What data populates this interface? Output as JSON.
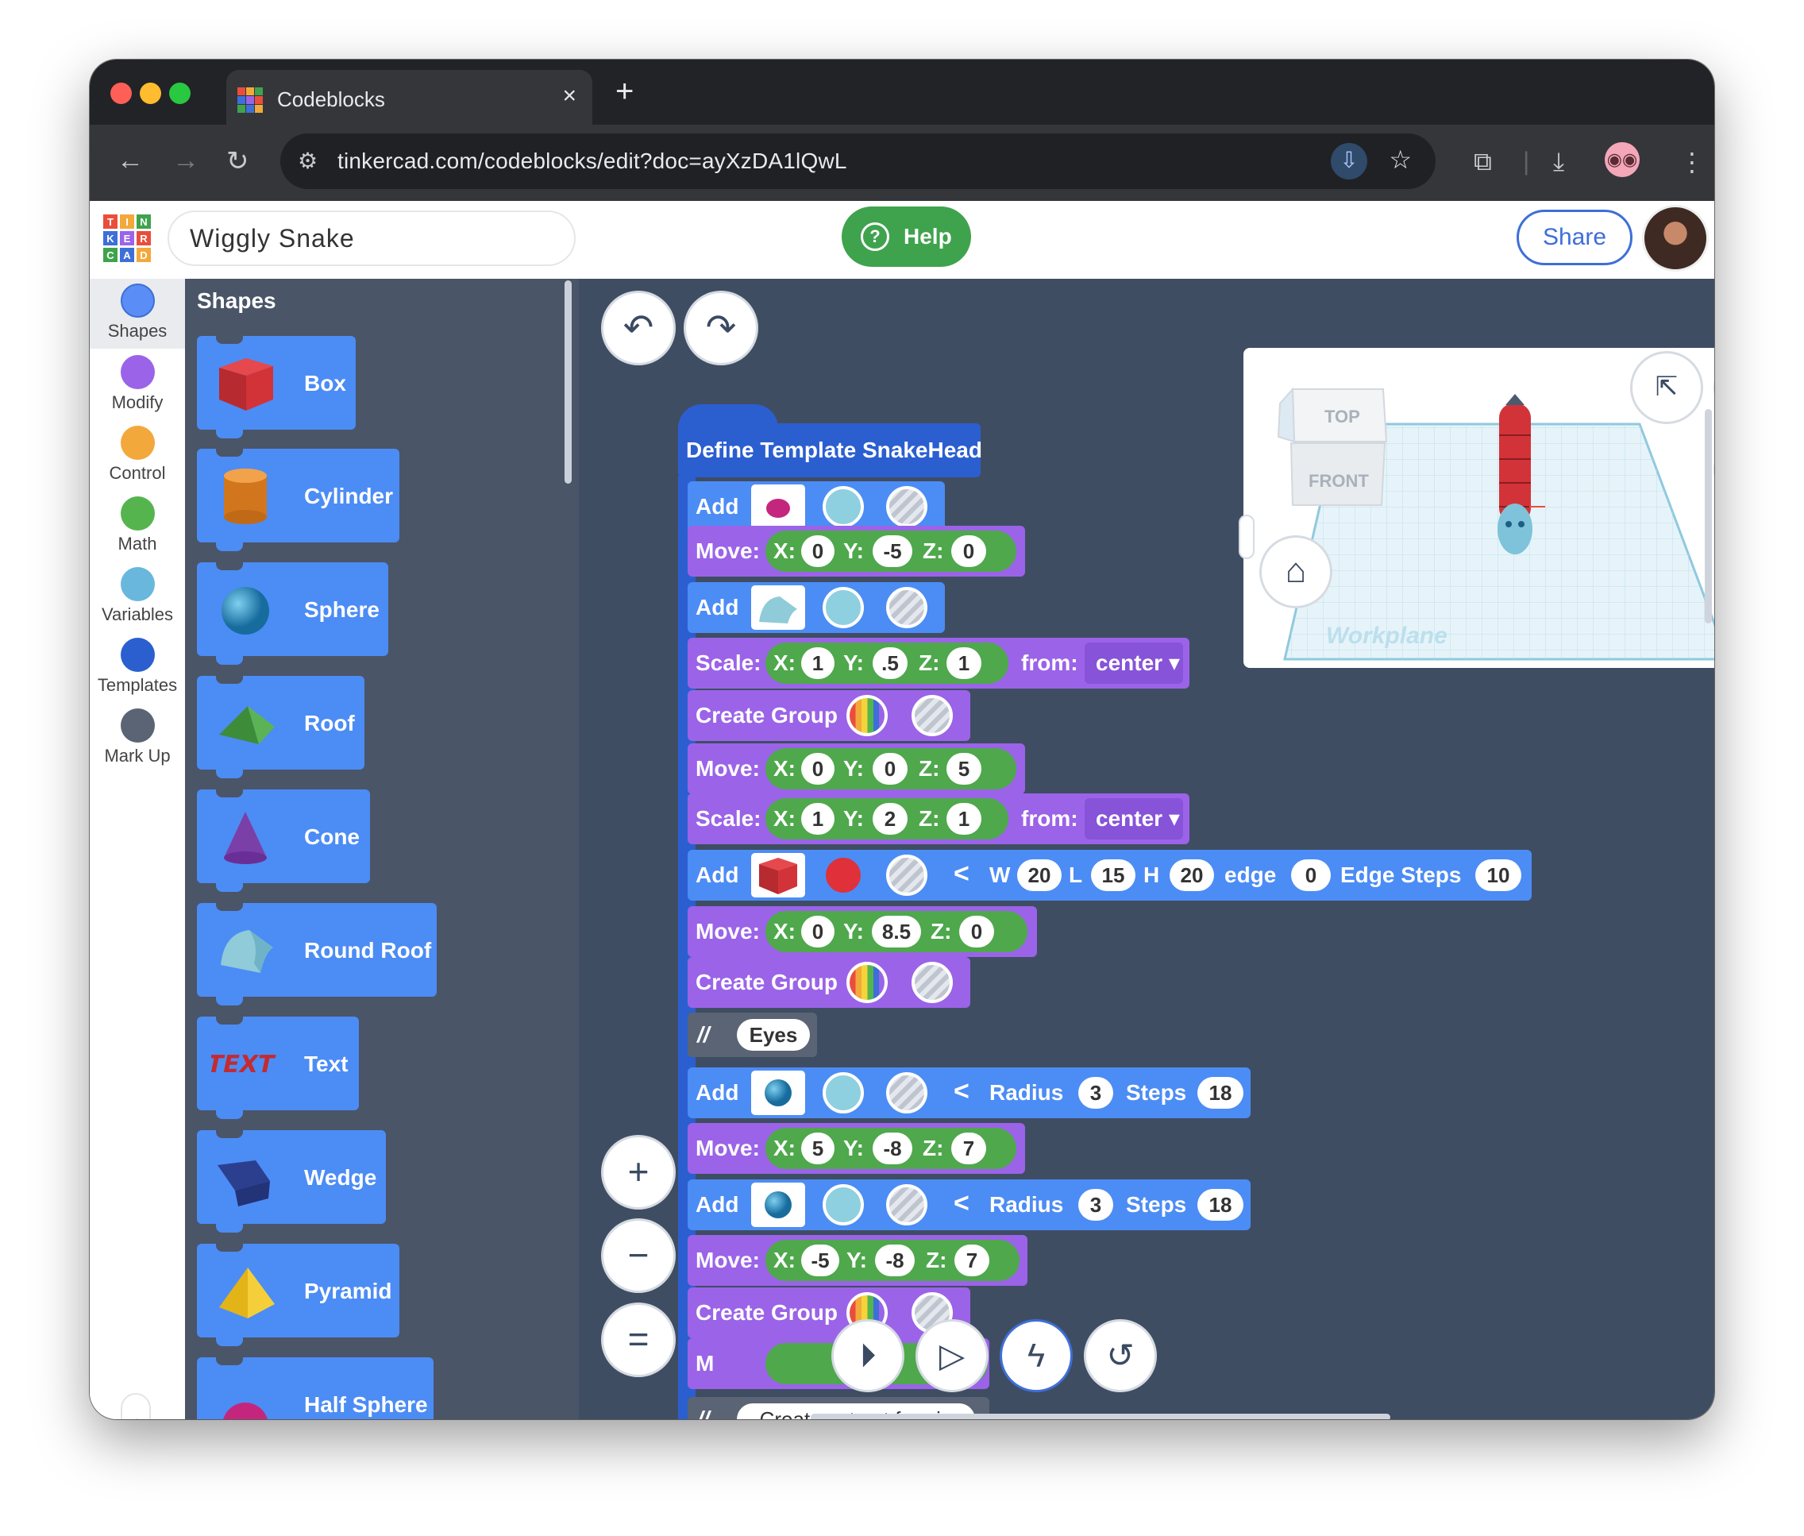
{
  "browser": {
    "tab_title": "Codeblocks",
    "tab_close": "×",
    "new_tab": "+",
    "url": "tinkercad.com/codeblocks/edit?doc=ayXzDA1lQwL"
  },
  "app": {
    "logo_letters": [
      "T",
      "I",
      "N",
      "K",
      "E",
      "R",
      "C",
      "A",
      "D"
    ],
    "design_title": "Wiggly Snake",
    "help_label": "Help",
    "share_label": "Share"
  },
  "categories": [
    {
      "label": "Shapes",
      "color": "#5b8df6"
    },
    {
      "label": "Modify",
      "color": "#9b63e8"
    },
    {
      "label": "Control",
      "color": "#f3a83b"
    },
    {
      "label": "Math",
      "color": "#56b44f"
    },
    {
      "label": "Variables",
      "color": "#69b7dd"
    },
    {
      "label": "Templates",
      "color": "#2b5fd0"
    },
    {
      "label": "Mark Up",
      "color": "#5a6474"
    }
  ],
  "flyout": {
    "header": "Shapes",
    "shapes": [
      "Box",
      "Cylinder",
      "Sphere",
      "Roof",
      "Cone",
      "Round Roof",
      "Text",
      "Wedge",
      "Pyramid",
      "Half Sphere"
    ]
  },
  "workspace": {
    "template_header": "Define Template SnakeHead",
    "kw": {
      "add": "Add",
      "move": "Move:",
      "scale": "Scale:",
      "create_group": "Create Group",
      "x": "X:",
      "y": "Y:",
      "z": "Z:",
      "from": "from:",
      "center": "center",
      "w": "W",
      "l": "L",
      "h": "H",
      "edge": "edge",
      "edge_steps": "Edge Steps",
      "radius": "Radius",
      "steps": "Steps",
      "comment": "//",
      "eyes": "Eyes",
      "partial_m": "M",
      "partial_comment": "Create cut out for nip"
    },
    "move1": [
      "0",
      "-5",
      "0"
    ],
    "scale1": [
      "1",
      ".5",
      "1"
    ],
    "move2": [
      "0",
      "0",
      "5"
    ],
    "scale2": [
      "1",
      "2",
      "1"
    ],
    "box_params": [
      "20",
      "15",
      "20",
      "0",
      "10"
    ],
    "move3": [
      "0",
      "8.5",
      "0"
    ],
    "sphere1": [
      "3",
      "18"
    ],
    "move4": [
      "5",
      "-8",
      "7"
    ],
    "sphere2": [
      "3",
      "18"
    ],
    "move5": [
      "-5",
      "-8",
      "7"
    ]
  },
  "viewport": {
    "view_cube_top": "TOP",
    "view_cube_front": "FRONT",
    "workplane_label": "Workplane"
  },
  "colors": {
    "block_blue": "#4c8cf5",
    "block_purple": "#9b63e8",
    "block_green": "#4fa84c",
    "template_blue": "#2b5fd0",
    "workspace_bg": "#3f4d63",
    "flyout_bg": "#4a5568"
  }
}
